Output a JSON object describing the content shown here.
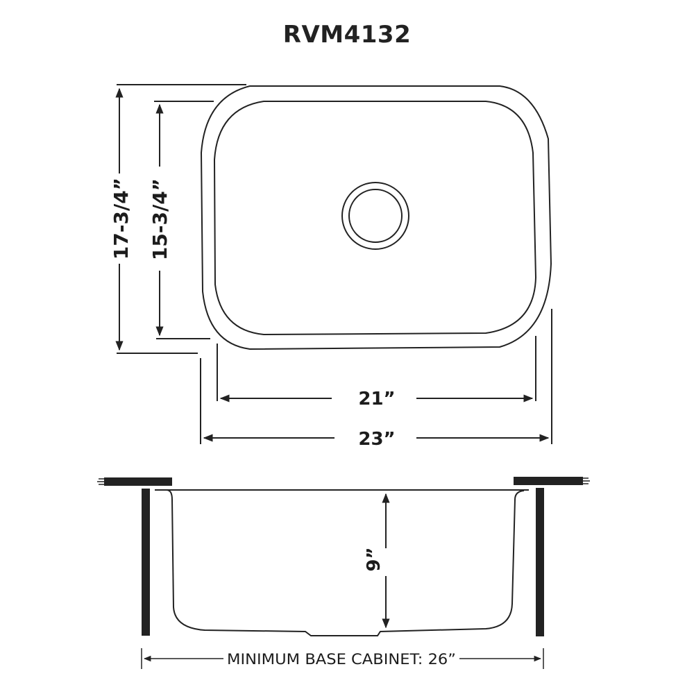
{
  "title": "RVM4132",
  "top_view": {
    "outer_height": "17-3/4”",
    "inner_height": "15-3/4”",
    "inner_width": "21”",
    "outer_width": "23”",
    "drain": "drain-icon"
  },
  "side_view": {
    "depth": "9”",
    "min_base_cabinet": "MINIMUM BASE CABINET: 26”"
  },
  "colors": {
    "line": "#222222",
    "background": "#ffffff"
  }
}
